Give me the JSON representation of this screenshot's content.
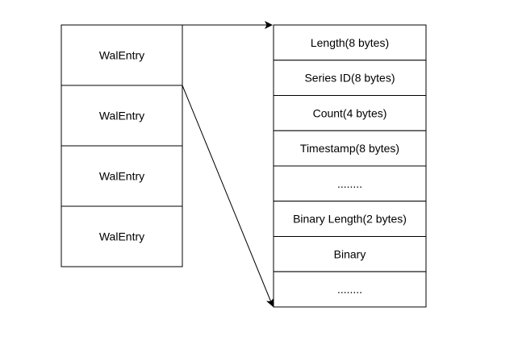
{
  "left_column": {
    "entries": [
      "WalEntry",
      "WalEntry",
      "WalEntry",
      "WalEntry"
    ]
  },
  "right_column": {
    "fields": [
      "Length(8 bytes)",
      "Series ID(8 bytes)",
      "Count(4 bytes)",
      "Timestamp(8 bytes)",
      "........",
      "Binary Length(2 bytes)",
      "Binary",
      "........"
    ]
  },
  "colors": {
    "stroke": "#000000",
    "fill": "#ffffff",
    "text": "#000000"
  }
}
